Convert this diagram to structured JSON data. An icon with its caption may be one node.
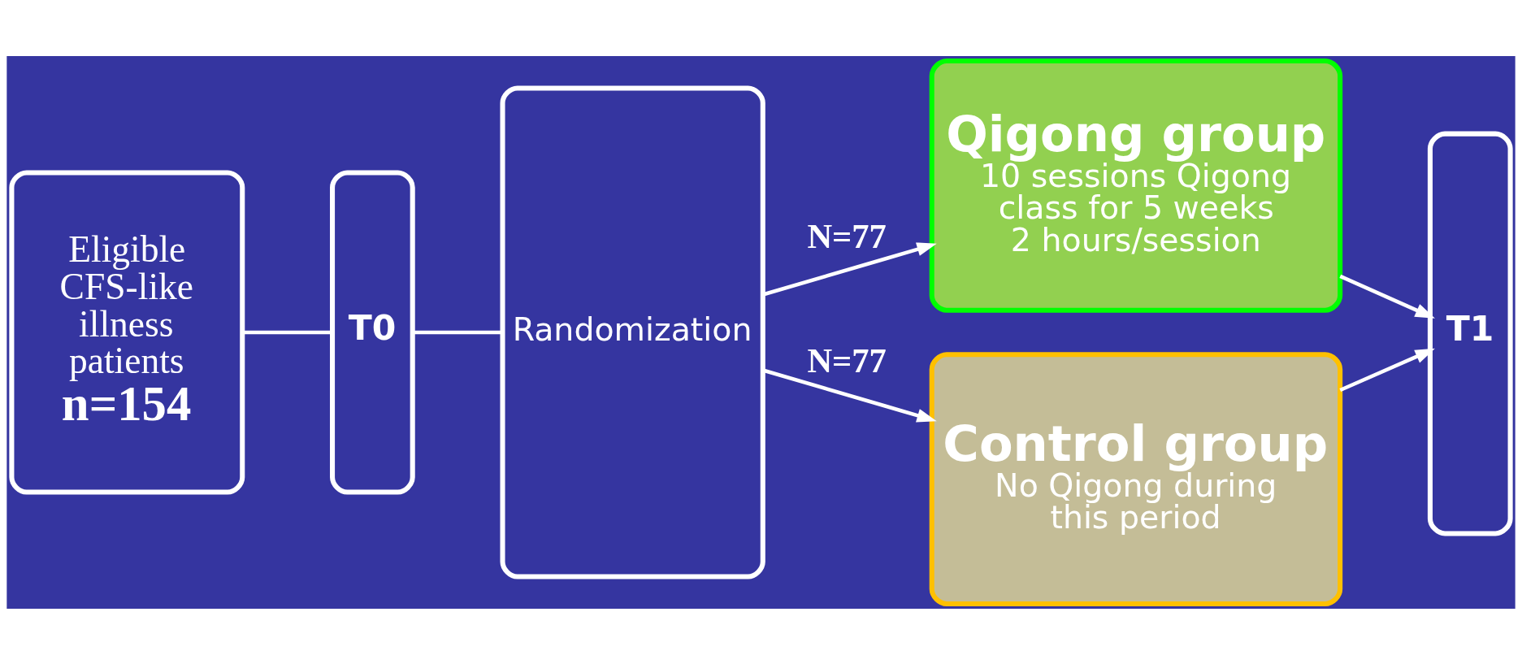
{
  "diagram": {
    "nodes": [
      {
        "text": [
          "Eligible CFS-like illness patients",
          "n=154"
        ]
      },
      {
        "text": [
          "T0"
        ]
      },
      {
        "text": [
          "Randomization"
        ]
      },
      {
        "text": [
          "Qigong group",
          "10 sessions Qigong class for 5 weeks",
          "2 hours/session"
        ]
      },
      {
        "text": [
          "Control group",
          "No Qigong during this period"
        ]
      },
      {
        "text": [
          "T1"
        ]
      }
    ],
    "edges": [
      {
        "from": 0,
        "to": 1,
        "arrow": "none"
      },
      {
        "from": 1,
        "to": 2,
        "arrow": "none"
      },
      {
        "from": 2,
        "to": 3,
        "arrow": "to",
        "label": "N=77"
      },
      {
        "from": 2,
        "to": 4,
        "arrow": "to",
        "label": "N=77"
      },
      {
        "from": 3,
        "to": 5,
        "arrow": "to"
      },
      {
        "from": 4,
        "to": 5,
        "arrow": "to"
      }
    ]
  }
}
